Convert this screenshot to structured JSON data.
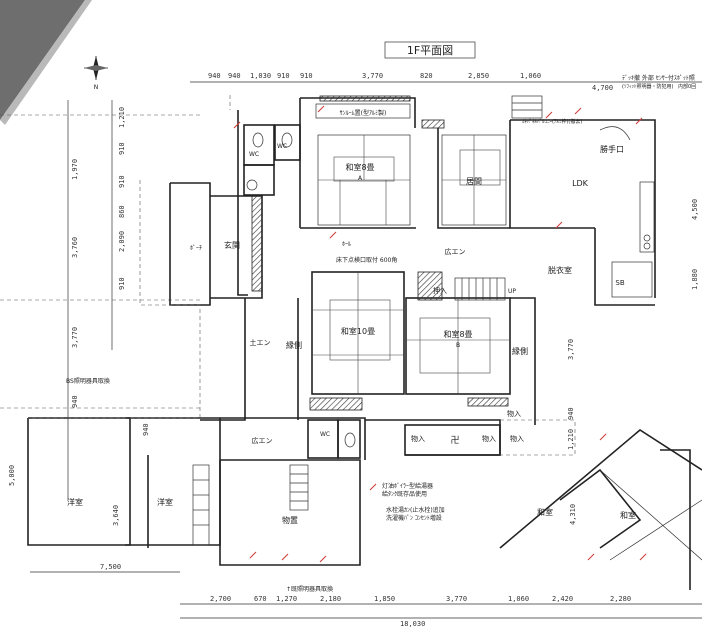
{
  "title": "1F平面図",
  "top_note": "ﾃﾞｯｷ撤 外部 ｾﾝｻｰ付ｽﾎﾟｯﾄ照",
  "top_note_sub": "(ｿﾌｨｯﾄ照明器・防犯用)",
  "top_note_sub2": "内部0回",
  "north_label": "N",
  "rooms": {
    "washitsu_8a": "和室8畳",
    "washitsu_8a_sub": "A",
    "ima": "居間",
    "ldk": "LDK",
    "tearai": "勝手口",
    "genkan": "玄関",
    "porch": "ﾎﾟｰﾁ",
    "hall": "ﾎｰﾙ",
    "hiroen": "広エン",
    "doen": "土エン",
    "engawa_left": "縁側",
    "engawa_right": "縁側",
    "washitsu_10": "和室10畳",
    "washitsu_8b": "和室8畳",
    "washitsu_8b_sub": "B",
    "datsui": "脱衣室",
    "sb": "SB",
    "oshiire": "押入",
    "up": "UP",
    "monoire_1": "物入",
    "monoire_2": "物入",
    "monoire_3": "物入",
    "monoire_4": "物入",
    "hiroen_lower": "広エン",
    "wc1": "WC",
    "wc2": "WC",
    "wc3": "WC",
    "yoshitsu_1": "洋室",
    "yoshitsu_2": "洋室",
    "monooki": "物置",
    "washitsu_r1": "和室",
    "washitsu_r2": "和室",
    "kura_center": "卍"
  },
  "notes": {
    "sunroom": "ｻﾝﾙｰﾑ置(型ｱﾙﾐ製)",
    "balcony": "ｶﾈﾊﾟﾈﾙﾊﾞﾙｺﾆｰ(ｱﾙﾐ枠)(撤去)",
    "floor_hatch": "床下点検口取付 600角",
    "light_left": "BS照明器具取換",
    "light_bottom": "↑既照明器具取換",
    "water_heater": "灯油ﾎﾞｲﾗｰ型給湯器",
    "water_heater_2": "給ﾀﾝｸ既存品使用",
    "outlet": "水栓湯ｶﾝ(止水栓)追加",
    "outlet_2": "洗濯機ﾊﾟﾝ ｺﾝｾﾝﾄ増設"
  },
  "dims_top": [
    "940",
    "940",
    "1,030",
    "910",
    "910",
    "3,770",
    "820",
    "2,850",
    "1,060",
    "4,700"
  ],
  "dims_left": [
    "1,210",
    "910",
    "1,970",
    "910",
    "860",
    "3,760",
    "2,090",
    "910",
    "3,770",
    "940",
    "5,000"
  ],
  "dims_bottom": [
    "7,500",
    "2,700",
    "670",
    "1,270",
    "2,180",
    "1,850",
    "3,770",
    "1,060",
    "2,420",
    "2,280",
    "18,030"
  ],
  "dims_right": [
    "1,880",
    "4,500",
    "3,770",
    "1,210",
    "940",
    "4,310"
  ],
  "dims_mid": [
    "3,640",
    "940"
  ]
}
